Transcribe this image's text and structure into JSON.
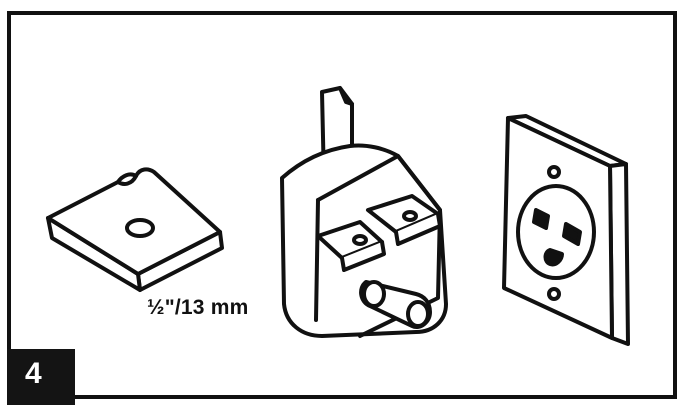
{
  "figure": {
    "step_number": "4",
    "dimension_label": "½\"/13 mm"
  },
  "parts": {
    "spacer_block": "spacer-block",
    "plug": "three-prong-plug",
    "outlet": "three-hole-outlet"
  },
  "colors": {
    "ink": "#111111",
    "paper": "#ffffff",
    "step_box": "#141414",
    "step_text": "#ffffff"
  }
}
